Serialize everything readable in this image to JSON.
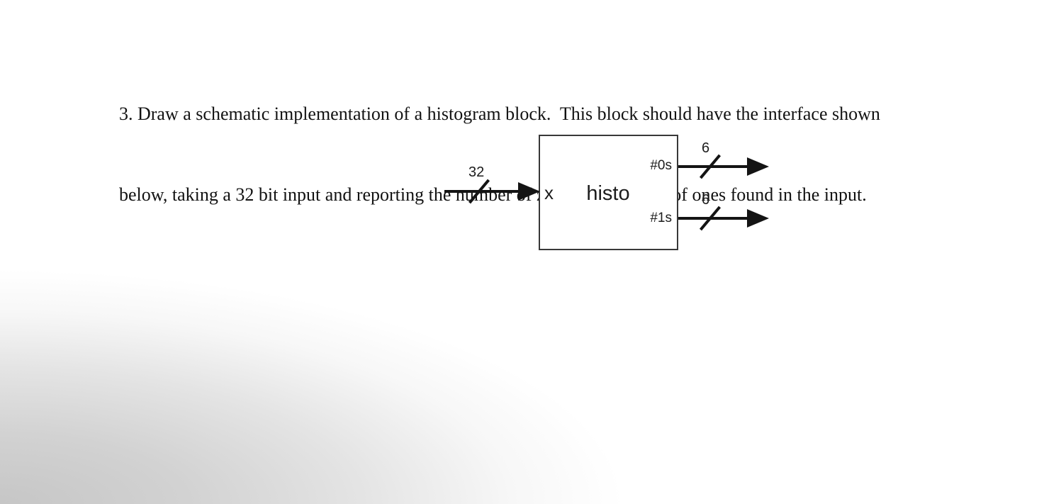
{
  "problem": {
    "lines": [
      "3. Draw a schematic implementation of a histogram block.  This block should have the interface shown",
      "below, taking a 32 bit input and reporting the number of zeros and number of ones found in the input."
    ]
  },
  "diagram": {
    "block_name": "histo",
    "input": {
      "port": "x",
      "bus_width": "32"
    },
    "outputs": [
      {
        "port": "#0s",
        "bus_width": "6"
      },
      {
        "port": "#1s",
        "bus_width": "6"
      }
    ]
  },
  "colors": {
    "ink": "#141414",
    "box_border": "#383838",
    "page_shadow_dark": "#c6c6c6",
    "page_background": "#ffffff"
  }
}
